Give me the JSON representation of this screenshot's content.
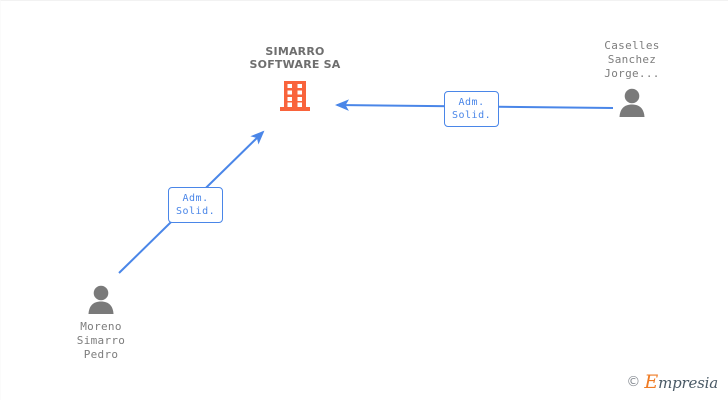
{
  "diagram": {
    "type": "org-relationship-graph",
    "background_color": "#ffffff",
    "company": {
      "name": "SIMARRO\nSOFTWARE SA",
      "icon": "building-icon",
      "icon_color": "#f9633b"
    },
    "people": [
      {
        "id": "caselles",
        "name": "Caselles\nSanchez\nJorge...",
        "icon": "person-icon",
        "icon_color": "#7a7a7a",
        "position": "right"
      },
      {
        "id": "moreno",
        "name": "Moreno\nSimarro\nPedro",
        "icon": "person-icon",
        "icon_color": "#7a7a7a",
        "position": "bottom-left"
      }
    ],
    "relations": [
      {
        "id": "rel-caselles",
        "label": "Adm.\nSolid.",
        "from": "caselles",
        "to": "company",
        "edge_color": "#4a86e8",
        "border_color": "#4a86e8"
      },
      {
        "id": "rel-moreno",
        "label": "Adm.\nSolid.",
        "from": "moreno",
        "to": "company",
        "edge_color": "#4a86e8",
        "border_color": "#4a86e8"
      }
    ]
  },
  "watermark": {
    "copyright": "©",
    "brand_initial": "E",
    "brand_rest": "mpresia",
    "brand_color": "#ef7b24"
  }
}
